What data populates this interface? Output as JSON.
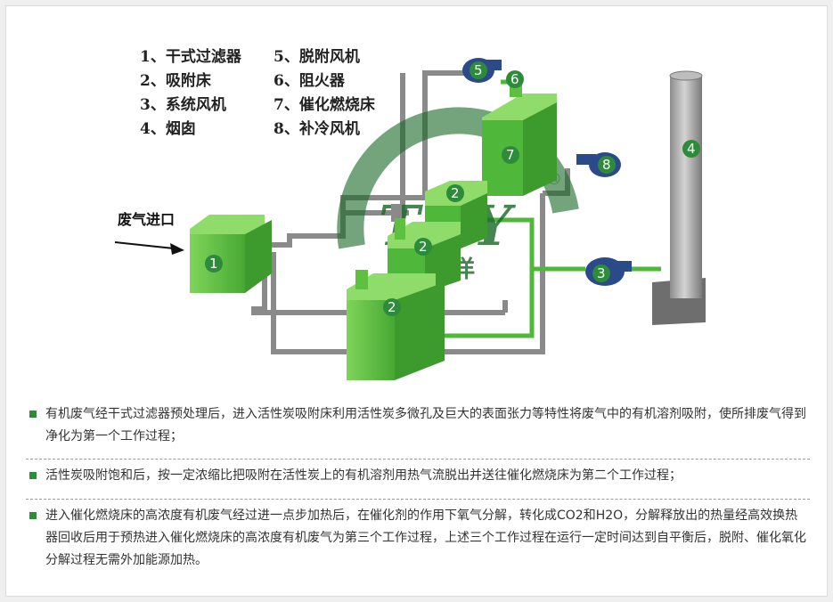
{
  "legend": [
    "1、干式过滤器",
    "2、吸附床",
    "3、系统风机",
    "4、烟囱",
    "5、脱附风机",
    "6、阻火器",
    "7、催化燃烧床",
    "8、补冷风机"
  ],
  "inlet_label": "废气进口",
  "brand": {
    "letters": "THY",
    "name": "天浩洋",
    "registered": "®",
    "color": "#1d6b2a"
  },
  "component_numbers": {
    "filter": "1",
    "bed_top": "2",
    "bed_mid": "2",
    "bed_low": "2",
    "system_fan": "3",
    "chimney": "4",
    "desorption_fan": "5",
    "flame_arrester": "6",
    "catalytic_bed": "7",
    "cooling_fan": "8"
  },
  "colors": {
    "equipment_green": "#5fbf3f",
    "pipe_gray": "#8a8a8a",
    "fan_blue": "#2a4a8a",
    "bullet": "#2e8b3a"
  },
  "notes": [
    "有机废气经干式过滤器预处理后，进入活性炭吸附床利用活性炭多微孔及巨大的表面张力等特性将废气中的有机溶剂吸附，使所排废气得到净化为第一个工作过程；",
    "活性炭吸附饱和后，按一定浓缩比把吸附在活性炭上的有机溶剂用热气流脱出并送往催化燃烧床为第二个工作过程；",
    "进入催化燃烧床的高浓度有机废气经过进一点步加热后，在催化剂的作用下氧气分解，转化成CO2和H2O，分解释放出的热量经高效换热器回收后用于预热进入催化燃烧床的高浓度有机废气为第三个工作过程，上述三个工作过程在运行一定时间达到自平衡后，脱附、催化氧化分解过程无需外加能源加热。"
  ]
}
